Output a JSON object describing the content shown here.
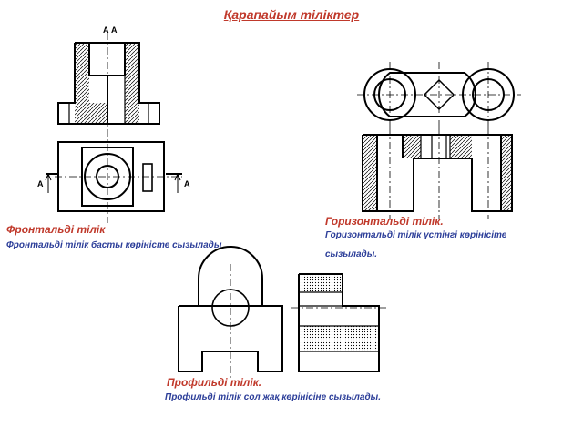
{
  "title": "Қарапайым тіліктер",
  "frontal": {
    "heading": "Фронтальді тілік",
    "description": "Фронтальді тілік басты көріністе сызылады",
    "section_mark": "А А",
    "arrow_left_label": "А",
    "arrow_right_label": "А"
  },
  "horizontal": {
    "heading": "Горизонтальді тілік.",
    "description_line1": "Горизонтальді тілік  үстінгі көрінісіте",
    "description_line2": "сызылады."
  },
  "profile": {
    "heading": "Профильді тілік.",
    "description": "Профильді тілік сол жақ көрінісіне сызылады."
  }
}
